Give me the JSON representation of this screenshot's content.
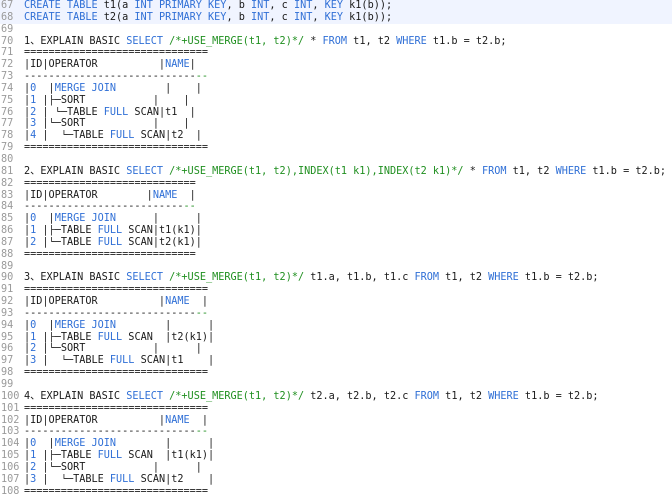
{
  "editor": {
    "lines": [
      {
        "n": "67",
        "hl": true,
        "seg": [
          [
            "kw",
            "CREATE TABLE"
          ],
          [
            "t",
            " t1(a "
          ],
          [
            "kw",
            "INT PRIMARY KEY"
          ],
          [
            "t",
            ", b "
          ],
          [
            "kw",
            "INT"
          ],
          [
            "t",
            ", c "
          ],
          [
            "kw",
            "INT"
          ],
          [
            "t",
            ", "
          ],
          [
            "kw",
            "KEY"
          ],
          [
            "t",
            " k1(b));"
          ]
        ]
      },
      {
        "n": "68",
        "hl": true,
        "seg": [
          [
            "kw",
            "CREATE TABLE"
          ],
          [
            "t",
            " t2(a "
          ],
          [
            "kw",
            "INT PRIMARY KEY"
          ],
          [
            "t",
            ", b "
          ],
          [
            "kw",
            "INT"
          ],
          [
            "t",
            ", c "
          ],
          [
            "kw",
            "INT"
          ],
          [
            "t",
            ", "
          ],
          [
            "kw",
            "KEY"
          ],
          [
            "t",
            " k1(b));"
          ]
        ]
      },
      {
        "n": "69",
        "seg": [
          [
            "t",
            ""
          ]
        ]
      },
      {
        "n": "70",
        "seg": [
          [
            "t",
            "1、EXPLAIN BASIC "
          ],
          [
            "kw",
            "SELECT"
          ],
          [
            "t",
            " "
          ],
          [
            "cm",
            "/*+USE_MERGE(t1, t2)*/"
          ],
          [
            "t",
            " * "
          ],
          [
            "kw",
            "FROM"
          ],
          [
            "t",
            " t1, t2 "
          ],
          [
            "kw",
            "WHERE"
          ],
          [
            "t",
            " t1.b = t2.b;"
          ]
        ]
      },
      {
        "n": "71",
        "seg": [
          [
            "t",
            "=============================="
          ]
        ]
      },
      {
        "n": "72",
        "seg": [
          [
            "t",
            "|ID|OPERATOR          |"
          ],
          [
            "kw",
            "NAME"
          ],
          [
            "t",
            "|"
          ]
        ]
      },
      {
        "n": "73",
        "seg": [
          [
            "t",
            "----------------------------"
          ],
          [
            "cm",
            "--"
          ]
        ]
      },
      {
        "n": "74",
        "seg": [
          [
            "t",
            "|"
          ],
          [
            "kw",
            "0"
          ],
          [
            "t",
            "  |"
          ],
          [
            "kw",
            "MERGE JOIN"
          ],
          [
            "t",
            "        |    |"
          ]
        ]
      },
      {
        "n": "75",
        "seg": [
          [
            "t",
            "|"
          ],
          [
            "kw",
            "1"
          ],
          [
            "t",
            " |├─SORT           |    |"
          ]
        ]
      },
      {
        "n": "76",
        "seg": [
          [
            "t",
            "|"
          ],
          [
            "kw",
            "2"
          ],
          [
            "t",
            " | └─TABLE "
          ],
          [
            "kw",
            "FULL"
          ],
          [
            "t",
            " SCAN|t1  |"
          ]
        ]
      },
      {
        "n": "77",
        "seg": [
          [
            "t",
            "|"
          ],
          [
            "kw",
            "3"
          ],
          [
            "t",
            " |└─SORT           |    |"
          ]
        ]
      },
      {
        "n": "78",
        "seg": [
          [
            "t",
            "|"
          ],
          [
            "kw",
            "4"
          ],
          [
            "t",
            " |  └─TABLE "
          ],
          [
            "kw",
            "FULL"
          ],
          [
            "t",
            " SCAN|t2  |"
          ]
        ]
      },
      {
        "n": "79",
        "seg": [
          [
            "t",
            "=============================="
          ]
        ]
      },
      {
        "n": "80",
        "seg": [
          [
            "t",
            ""
          ]
        ]
      },
      {
        "n": "81",
        "seg": [
          [
            "t",
            "2、EXPLAIN BASIC "
          ],
          [
            "kw",
            "SELECT"
          ],
          [
            "t",
            " "
          ],
          [
            "cm",
            "/*+USE_MERGE(t1, t2),INDEX(t1 k1),INDEX(t2 k1)*/"
          ],
          [
            "t",
            " * "
          ],
          [
            "kw",
            "FROM"
          ],
          [
            "t",
            " t1, t2 "
          ],
          [
            "kw",
            "WHERE"
          ],
          [
            "t",
            " t1.b = t2.b;"
          ]
        ]
      },
      {
        "n": "82",
        "seg": [
          [
            "t",
            "============================"
          ]
        ]
      },
      {
        "n": "83",
        "seg": [
          [
            "t",
            "|ID|OPERATOR        |"
          ],
          [
            "kw",
            "NAME"
          ],
          [
            "t",
            "  |"
          ]
        ]
      },
      {
        "n": "84",
        "seg": [
          [
            "t",
            "--------------------------"
          ],
          [
            "cm",
            "--"
          ]
        ]
      },
      {
        "n": "85",
        "seg": [
          [
            "t",
            "|"
          ],
          [
            "kw",
            "0"
          ],
          [
            "t",
            "  |"
          ],
          [
            "kw",
            "MERGE JOIN"
          ],
          [
            "t",
            "      |      |"
          ]
        ]
      },
      {
        "n": "86",
        "seg": [
          [
            "t",
            "|"
          ],
          [
            "kw",
            "1"
          ],
          [
            "t",
            " |├─TABLE "
          ],
          [
            "kw",
            "FULL"
          ],
          [
            "t",
            " SCAN|t1(k1)|"
          ]
        ]
      },
      {
        "n": "87",
        "seg": [
          [
            "t",
            "|"
          ],
          [
            "kw",
            "2"
          ],
          [
            "t",
            " |└─TABLE "
          ],
          [
            "kw",
            "FULL"
          ],
          [
            "t",
            " SCAN|t2(k1)|"
          ]
        ]
      },
      {
        "n": "88",
        "seg": [
          [
            "t",
            "============================"
          ]
        ]
      },
      {
        "n": "89",
        "seg": [
          [
            "t",
            ""
          ]
        ]
      },
      {
        "n": "90",
        "seg": [
          [
            "t",
            "3、EXPLAIN BASIC "
          ],
          [
            "kw",
            "SELECT"
          ],
          [
            "t",
            " "
          ],
          [
            "cm",
            "/*+USE_MERGE(t1, t2)*/"
          ],
          [
            "t",
            " t1.a, t1.b, t1.c "
          ],
          [
            "kw",
            "FROM"
          ],
          [
            "t",
            " t1, t2 "
          ],
          [
            "kw",
            "WHERE"
          ],
          [
            "t",
            " t1.b = t2.b;"
          ]
        ]
      },
      {
        "n": "91",
        "seg": [
          [
            "t",
            "=============================="
          ]
        ]
      },
      {
        "n": "92",
        "seg": [
          [
            "t",
            "|ID|OPERATOR          |"
          ],
          [
            "kw",
            "NAME"
          ],
          [
            "t",
            "  |"
          ]
        ]
      },
      {
        "n": "93",
        "seg": [
          [
            "t",
            "----------------------------"
          ],
          [
            "cm",
            "--"
          ]
        ]
      },
      {
        "n": "94",
        "seg": [
          [
            "t",
            "|"
          ],
          [
            "kw",
            "0"
          ],
          [
            "t",
            "  |"
          ],
          [
            "kw",
            "MERGE JOIN"
          ],
          [
            "t",
            "        |      |"
          ]
        ]
      },
      {
        "n": "95",
        "seg": [
          [
            "t",
            "|"
          ],
          [
            "kw",
            "1"
          ],
          [
            "t",
            " |├─TABLE "
          ],
          [
            "kw",
            "FULL"
          ],
          [
            "t",
            " SCAN  |t2(k1)|"
          ]
        ]
      },
      {
        "n": "96",
        "seg": [
          [
            "t",
            "|"
          ],
          [
            "kw",
            "2"
          ],
          [
            "t",
            " |└─SORT           |      |"
          ]
        ]
      },
      {
        "n": "97",
        "seg": [
          [
            "t",
            "|"
          ],
          [
            "kw",
            "3"
          ],
          [
            "t",
            " |  └─TABLE "
          ],
          [
            "kw",
            "FULL"
          ],
          [
            "t",
            " SCAN|t1    |"
          ]
        ]
      },
      {
        "n": "98",
        "seg": [
          [
            "t",
            "=============================="
          ]
        ]
      },
      {
        "n": "99",
        "seg": [
          [
            "t",
            ""
          ]
        ]
      },
      {
        "n": "100",
        "seg": [
          [
            "t",
            "4、EXPLAIN BASIC "
          ],
          [
            "kw",
            "SELECT"
          ],
          [
            "t",
            " "
          ],
          [
            "cm",
            "/*+USE_MERGE(t1, t2)*/"
          ],
          [
            "t",
            " t2.a, t2.b, t2.c "
          ],
          [
            "kw",
            "FROM"
          ],
          [
            "t",
            " t1, t2 "
          ],
          [
            "kw",
            "WHERE"
          ],
          [
            "t",
            " t1.b = t2.b;"
          ]
        ]
      },
      {
        "n": "101",
        "seg": [
          [
            "t",
            "=============================="
          ]
        ]
      },
      {
        "n": "102",
        "seg": [
          [
            "t",
            "|ID|OPERATOR          |"
          ],
          [
            "kw",
            "NAME"
          ],
          [
            "t",
            "  |"
          ]
        ]
      },
      {
        "n": "103",
        "seg": [
          [
            "t",
            "----------------------------"
          ],
          [
            "cm",
            "--"
          ]
        ]
      },
      {
        "n": "104",
        "seg": [
          [
            "t",
            "|"
          ],
          [
            "kw",
            "0"
          ],
          [
            "t",
            "  |"
          ],
          [
            "kw",
            "MERGE JOIN"
          ],
          [
            "t",
            "        |      |"
          ]
        ]
      },
      {
        "n": "105",
        "seg": [
          [
            "t",
            "|"
          ],
          [
            "kw",
            "1"
          ],
          [
            "t",
            " |├─TABLE "
          ],
          [
            "kw",
            "FULL"
          ],
          [
            "t",
            " SCAN  |t1(k1)|"
          ]
        ]
      },
      {
        "n": "106",
        "seg": [
          [
            "t",
            "|"
          ],
          [
            "kw",
            "2"
          ],
          [
            "t",
            " |└─SORT           |      |"
          ]
        ]
      },
      {
        "n": "107",
        "seg": [
          [
            "t",
            "|"
          ],
          [
            "kw",
            "3"
          ],
          [
            "t",
            " |  └─TABLE "
          ],
          [
            "kw",
            "FULL"
          ],
          [
            "t",
            " SCAN|t2    |"
          ]
        ]
      },
      {
        "n": "108",
        "seg": [
          [
            "t",
            "=============================="
          ]
        ]
      }
    ]
  },
  "colors": {
    "keyword": "#2f6fd6",
    "comment": "#1f8f1f",
    "text": "#1a1a1a",
    "gutter": "#9a9a9a",
    "highlight": "#f0f4ff"
  }
}
